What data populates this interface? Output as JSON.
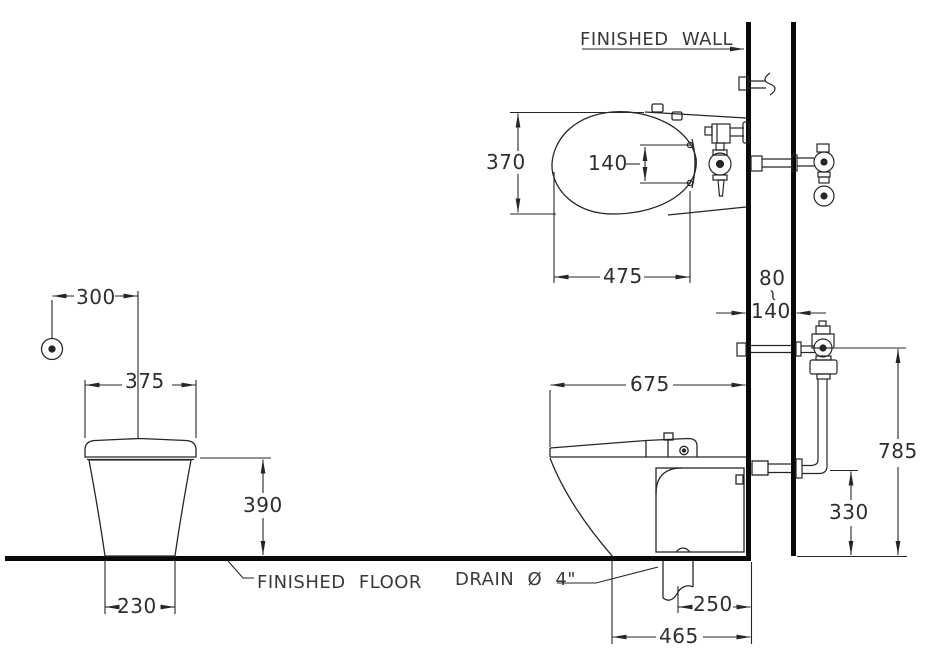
{
  "drawing": {
    "labels": {
      "finished_wall": "FINISHED WALL",
      "finished_floor": "FINISHED FLOOR",
      "drain": "DRAIN Ø 4\""
    },
    "dims": {
      "plan_depth": "370",
      "plan_hinge": "140",
      "plan_length": "475",
      "supply_offset": "300",
      "tank_width": "375",
      "rim_height": "390",
      "base_width": "230",
      "side_depth": "675",
      "wall_min": "80",
      "wall_sep": "~",
      "wall_max": "140",
      "supply_height": "785",
      "inlet_height": "330",
      "drain_offset": "250",
      "drain_depth": "465"
    },
    "colors": {
      "line": "#262626",
      "text": "#2e2e2e",
      "background": "#ffffff"
    }
  }
}
